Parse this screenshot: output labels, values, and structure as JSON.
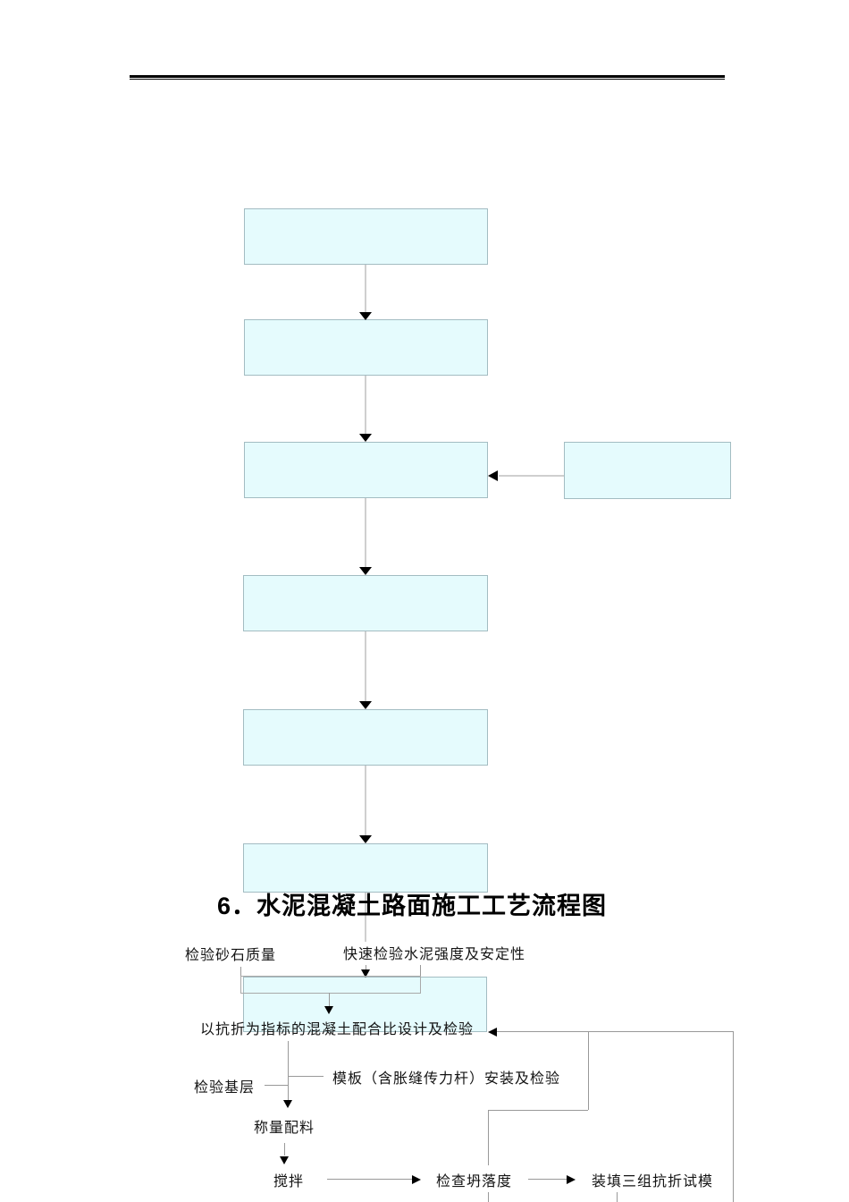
{
  "document": {
    "section_title": "6．水泥混凝土路面施工工艺流程图"
  },
  "top_flowchart": {
    "boxes": [
      "",
      "",
      "",
      "",
      "",
      ""
    ],
    "side_box": ""
  },
  "lower_flowchart": {
    "labels": {
      "sand_check": "检验砂石质量",
      "cement_check": "快速检验水泥强度及安定性",
      "mix_design": "以抗折为指标的混凝土配合比设计及检验",
      "base_check": "检验基层",
      "formwork": "模板（含胀缝传力杆）安装及检验",
      "batching": "称量配料",
      "mixing": "搅拌",
      "slump_check": "检查坍落度",
      "fill_molds": "装填三组抗折试模"
    }
  },
  "colors": {
    "box_fill": "#e5fbfd",
    "box_border": "#a3bcc2",
    "top_connector": "#cfcfcf",
    "lower_line": "#999999",
    "arrowhead": "#000000",
    "rule": "#000000"
  }
}
